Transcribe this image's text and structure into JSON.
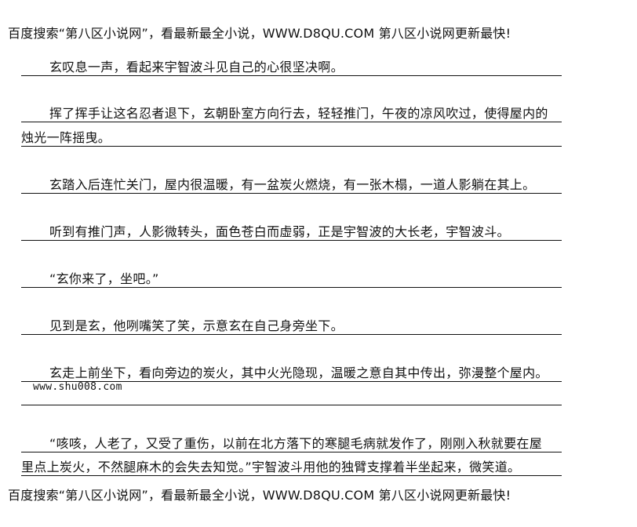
{
  "header_banner": "百度搜索“第八区小说网”，看最新最全小说，WWW.D8QU.COM   第八区小说网更新最快!",
  "lines": [
    "玄叹息一声，看起来宇智波斗见自己的心很坚决啊。",
    "挥了挥手让这名忍者退下，玄朝卧室方向行去，轻轻推门，午夜的凉风吹过，使得屋内的",
    "烛光一阵摇曳。",
    "玄踏入后连忙关门，屋内很温暖，有一盆炭火燃烧，有一张木榻，一道人影躺在其上。",
    "听到有推门声，人影微转头，面色苍白而虚弱，正是宇智波的大长老，宇智波斗。",
    "“玄你来了，坐吧。”",
    "见到是玄，他咧嘴笑了笑，示意玄在自己身旁坐下。",
    "玄走上前坐下，看向旁边的炭火，其中火光隐现，温暖之意自其中传出，弥漫整个屋内。",
    "www.shu008.com",
    "“咳咳，人老了，又受了重伤，以前在北方落下的寒腿毛病就发作了，刚刚入秋就要在屋",
    "里点上炭火，不然腿麻木的会失去知觉。”宇智波斗用他的独臂支撑着半坐起来，微笑道。"
  ],
  "footer_banner": "百度搜索“第八区小说网”，看最新最全小说，WWW.D8QU.COM   第八区小说网更新最快!"
}
